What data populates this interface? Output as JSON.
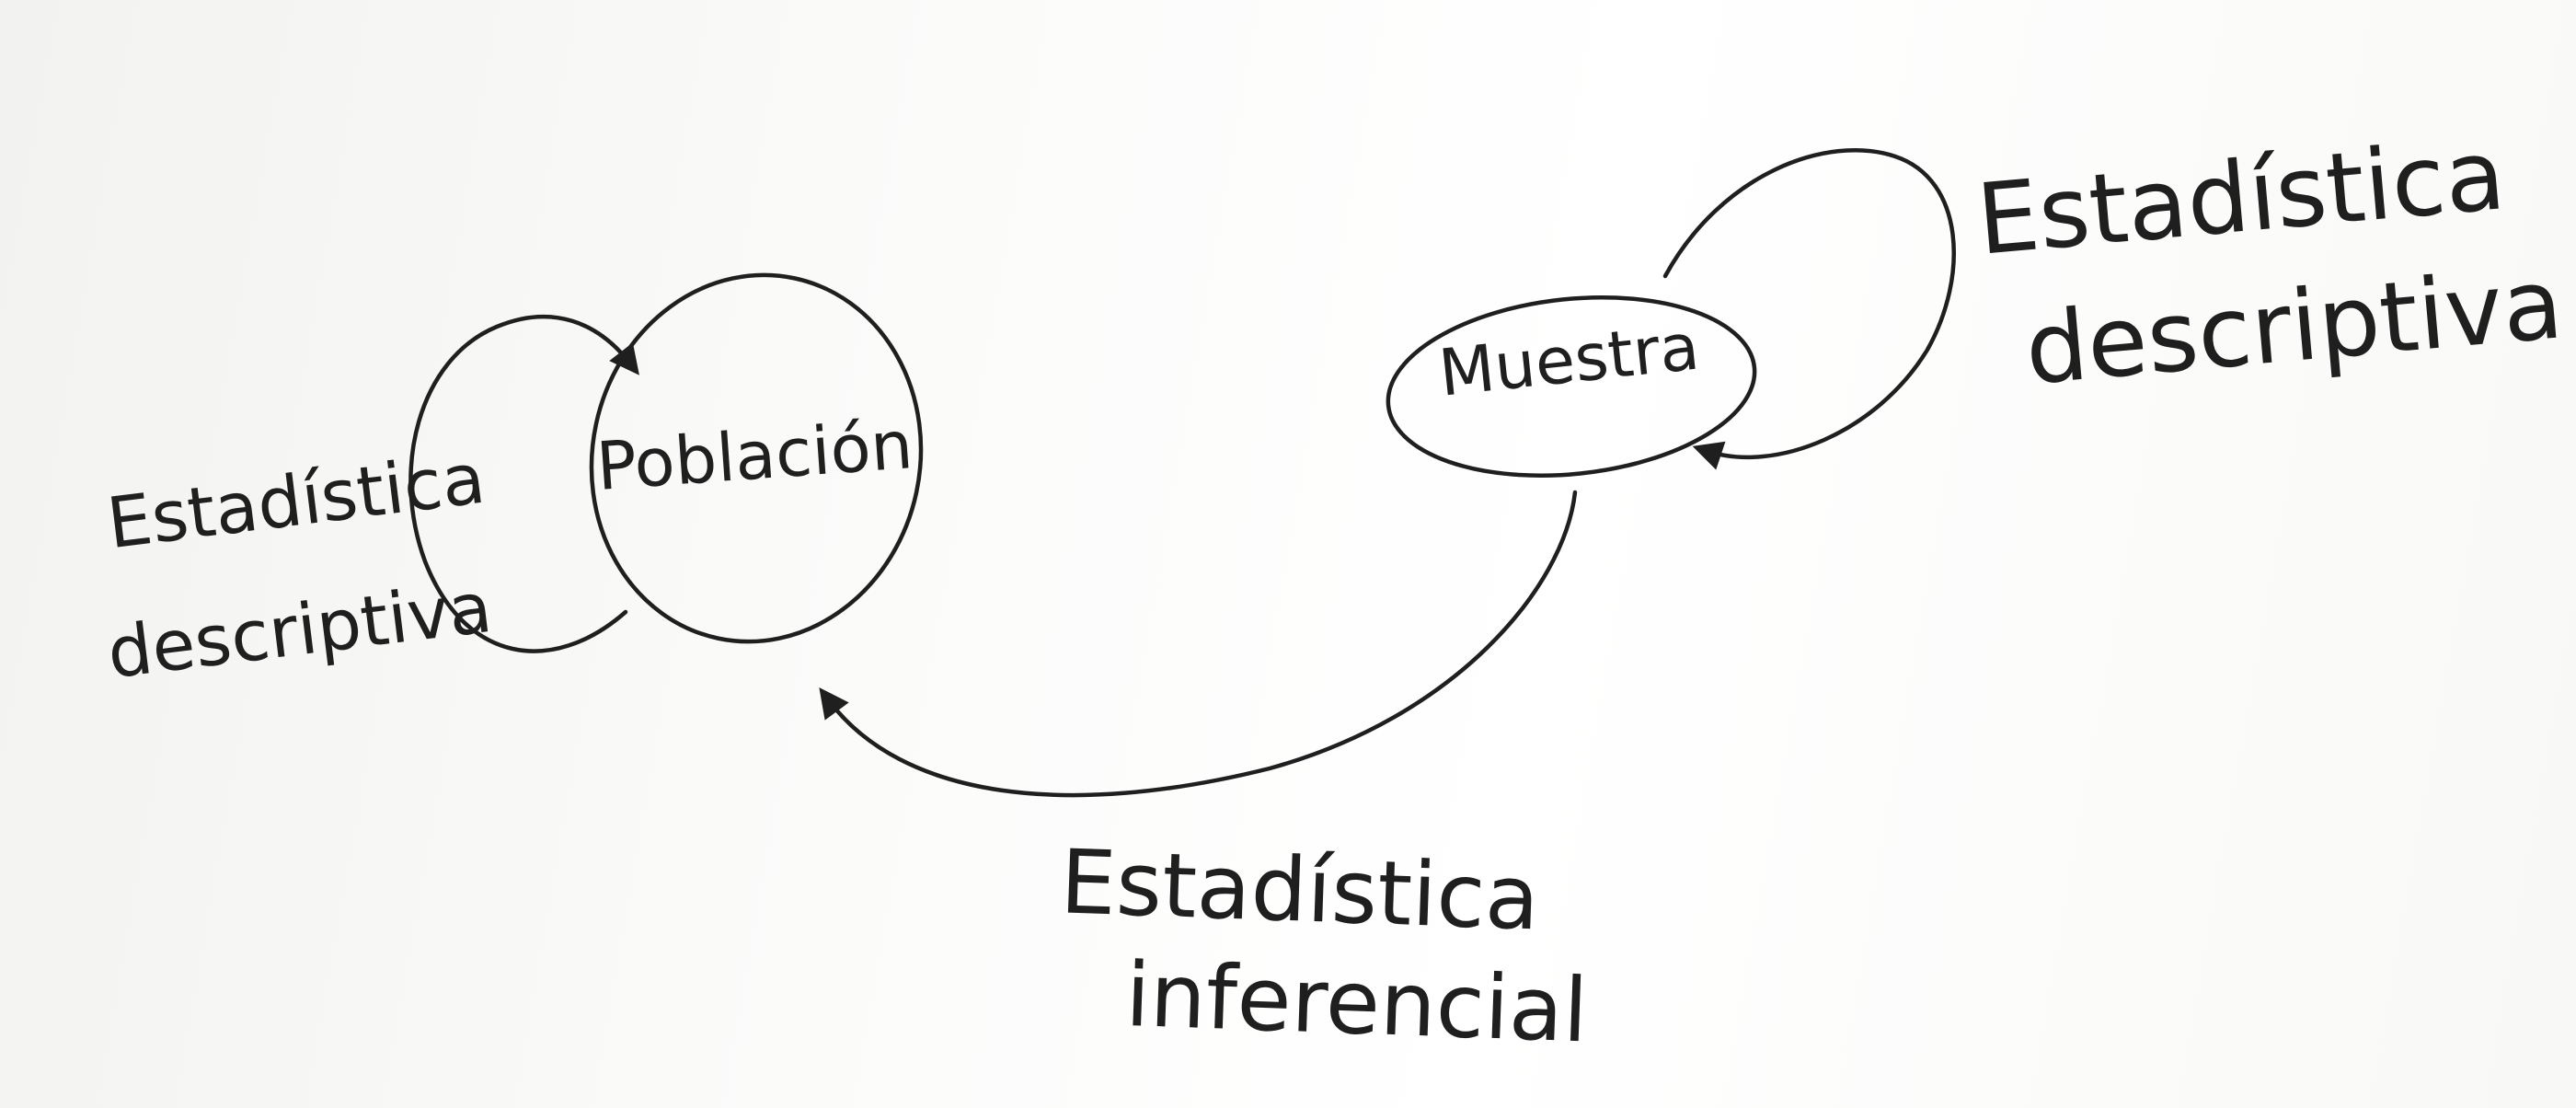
{
  "diagram": {
    "nodes": {
      "poblacion": {
        "label": "Población"
      },
      "muestra": {
        "label": "Muestra"
      }
    },
    "labels": {
      "left_descriptive": {
        "line1": "Estadística",
        "line2": "descriptiva"
      },
      "right_descriptive": {
        "line1": "Estadística",
        "line2": "descriptiva"
      },
      "inferential": {
        "line1": "Estadística",
        "line2": "inferencial"
      }
    },
    "edges": [
      {
        "from": "muestra",
        "to": "poblacion",
        "label_ref": "inferential"
      },
      {
        "from": "poblacion",
        "to": "poblacion",
        "label_ref": "left_descriptive"
      },
      {
        "from": "muestra",
        "to": "muestra",
        "label_ref": "right_descriptive"
      }
    ]
  }
}
